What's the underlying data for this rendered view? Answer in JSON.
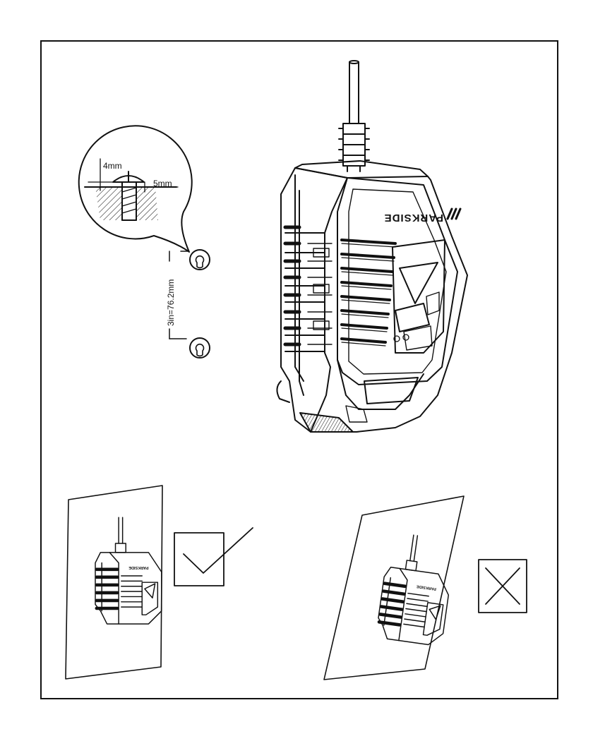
{
  "detail": {
    "head_height": "4mm",
    "shank_diameter": "5mm",
    "hole_spacing": "3in=76.2mm"
  },
  "device": {
    "brand": "PARKSIDE"
  },
  "mounting": {
    "correct_mark": "checkmark-icon",
    "incorrect_mark": "cross-icon"
  }
}
